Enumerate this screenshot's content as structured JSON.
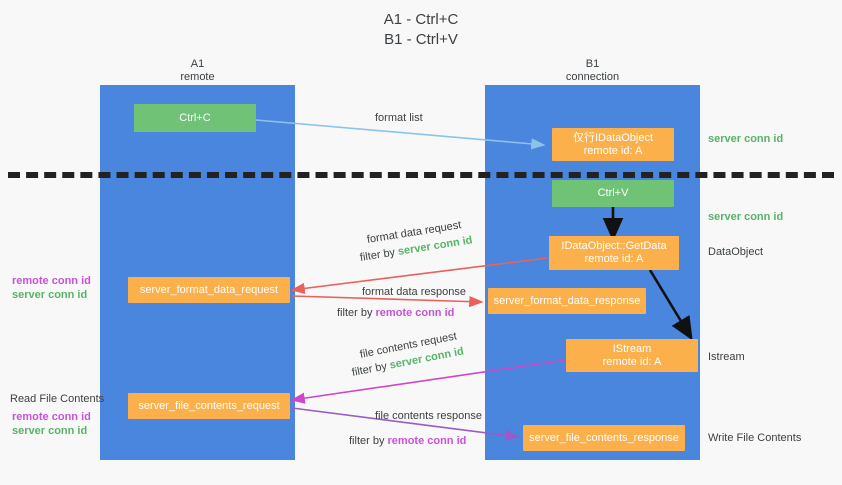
{
  "title": "A1 - Ctrl+C\nB1 - Ctrl+V",
  "lanes": {
    "a": {
      "head": "A1\nremote"
    },
    "b": {
      "head": "B1\nconnection"
    }
  },
  "boxes": {
    "ctrl_c": "Ctrl+C",
    "ctrl_v": "Ctrl+V",
    "idataobject": "仅行IDataObject\nremote id: A",
    "getdata": "IDataObject::GetData\nremote id: A",
    "istream": "IStream\nremote id: A",
    "format_data_request": "server_format_data_request",
    "format_data_response": "server_format_data_response",
    "file_contents_request": "server_file_contents_request",
    "file_contents_response": "server_file_contents_response"
  },
  "edges": {
    "format_list": "format list",
    "format_data_request": "format data request",
    "format_data_request_filter_pre": "filter by ",
    "format_data_request_filter_key": "server conn id",
    "format_data_response": "format data response",
    "format_data_response_filter_pre": "filter by ",
    "format_data_response_filter_key": "remote conn id",
    "file_contents_request": "file contents request",
    "file_contents_request_filter_pre": "filter by ",
    "file_contents_request_filter_key": "server conn id",
    "file_contents_response": "file contents response",
    "file_contents_response_filter_pre": "filter by ",
    "file_contents_response_filter_key": "remote conn id"
  },
  "annotations": {
    "server_conn_id_top": "server conn id",
    "server_conn_id_mid": "server conn id",
    "dataobject": "DataObject",
    "istream": "Istream",
    "write_file_contents": "Write File Contents",
    "read_file_contents": "Read File Contents",
    "left_ids_mid": "remote conn id\nserver conn id",
    "left_ids_bottom": "remote conn id\nserver conn id"
  },
  "colors": {
    "lane": "#4a86dd",
    "green_box": "#6fc276",
    "orange_box": "#fbb04b",
    "server_conn_id": "#57b368",
    "remote_conn_id": "#c754d8",
    "arrow_blue": "#8cc3ea",
    "arrow_red": "#e8615c",
    "arrow_magenta": "#cf46c8",
    "arrow_purple": "#9b59c9",
    "arrow_black": "#111111"
  }
}
